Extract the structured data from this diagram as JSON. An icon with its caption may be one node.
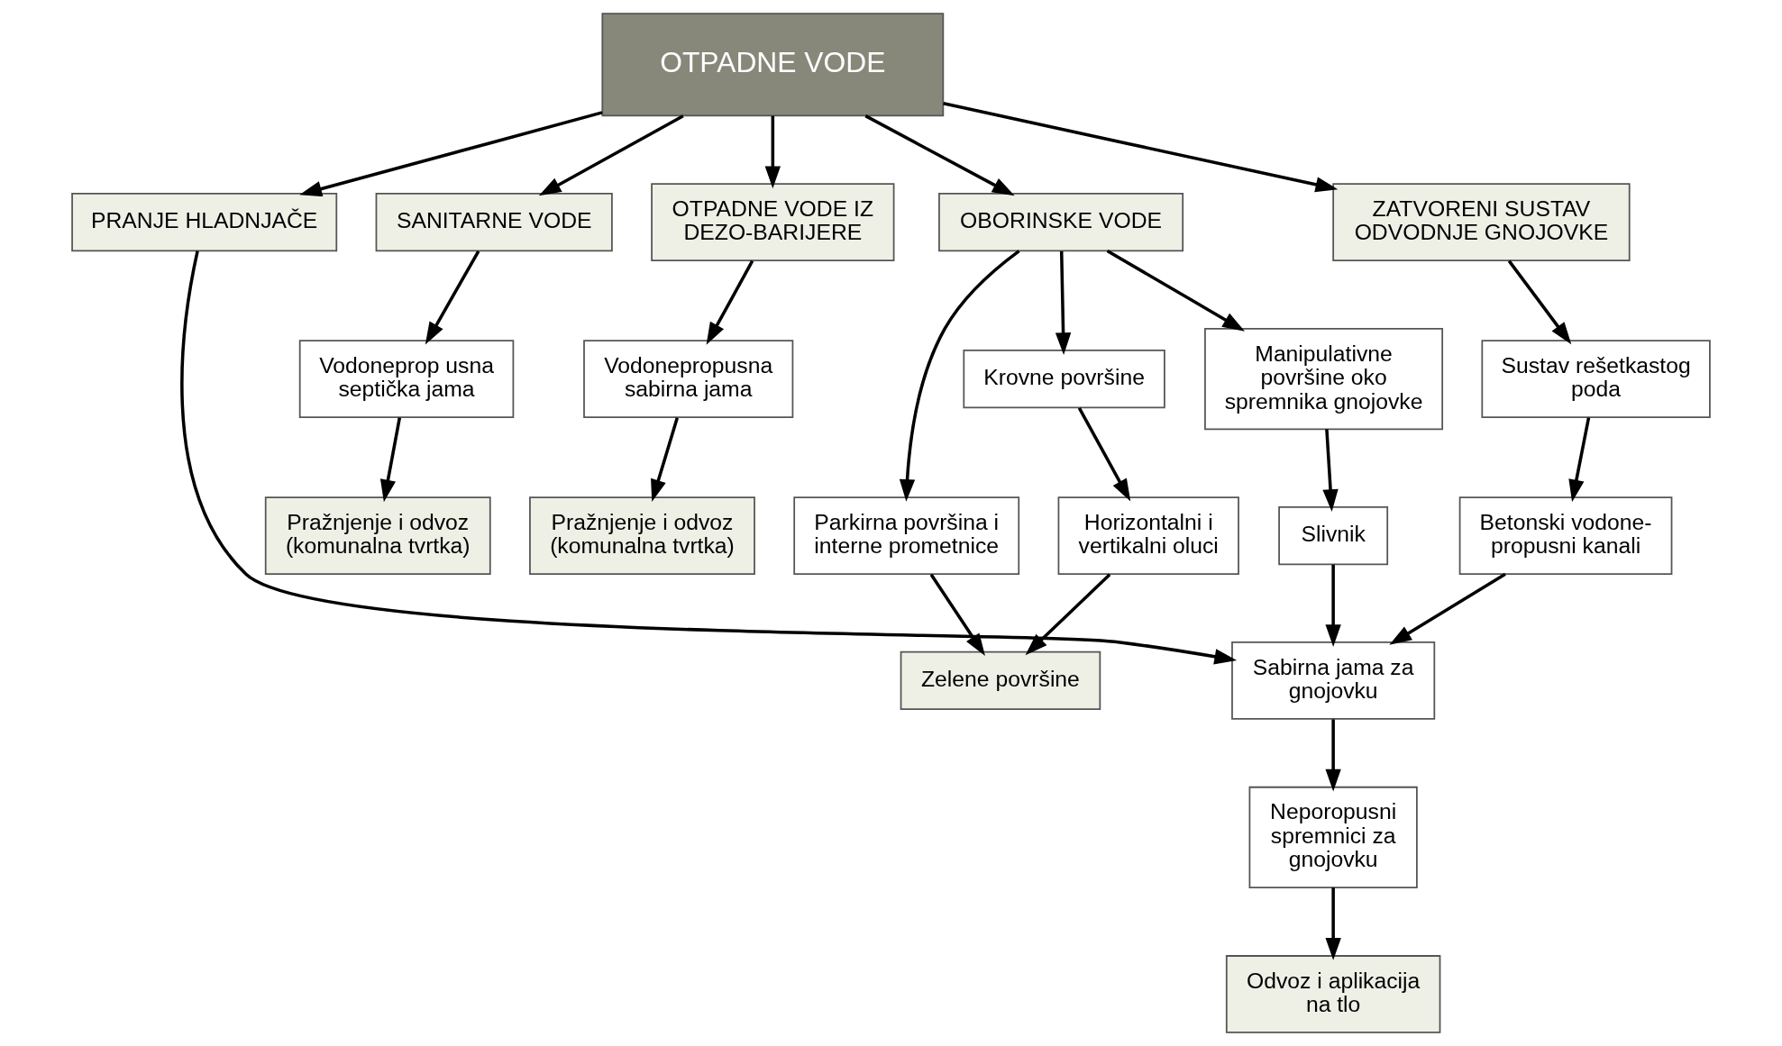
{
  "diagram": {
    "nodes": [
      {
        "text": [
          "OTPADNE VODE"
        ]
      },
      {
        "text": [
          "PRANJE HLADNJAČE"
        ]
      },
      {
        "text": [
          "SANITARNE VODE"
        ]
      },
      {
        "text": [
          "OTPADNE VODE IZ DEZO-BARIJERE"
        ]
      },
      {
        "text": [
          "OBORINSKE VODE"
        ]
      },
      {
        "text": [
          "ZATVORENI SUSTAV ODVODNJE GNOJOVKE"
        ]
      },
      {
        "text": [
          "Vodoneprop usna septička jama"
        ]
      },
      {
        "text": [
          "Pražnjenje i odvoz (komunalna tvrtka)"
        ]
      },
      {
        "text": [
          "Vodonepropusna sabirna jama"
        ]
      },
      {
        "text": [
          "Pražnjenje i odvoz (komunalna tvrtka)"
        ]
      },
      {
        "text": [
          "Parkirna površina i interne prometnice"
        ]
      },
      {
        "text": [
          "Krovne površine"
        ]
      },
      {
        "text": [
          "Manipulativne površine oko spremnika gnojovke"
        ]
      },
      {
        "text": [
          "Horizontalni i vertikalni oluci"
        ]
      },
      {
        "text": [
          "Slivnik"
        ]
      },
      {
        "text": [
          "Zelene površine"
        ]
      },
      {
        "text": [
          "Sustav rešetkastog poda"
        ]
      },
      {
        "text": [
          "Betonski vodone-propusni kanali"
        ]
      },
      {
        "text": [
          "Sabirna jama za gnojovku"
        ]
      },
      {
        "text": [
          "Neporopusni spremnici za gnojovku"
        ]
      },
      {
        "text": [
          "Odvoz i aplikacija na tlo"
        ]
      }
    ],
    "edges": [
      {
        "from": 0,
        "to": 1,
        "arrow": "to"
      },
      {
        "from": 0,
        "to": 2,
        "arrow": "to"
      },
      {
        "from": 0,
        "to": 3,
        "arrow": "to"
      },
      {
        "from": 0,
        "to": 4,
        "arrow": "to"
      },
      {
        "from": 0,
        "to": 5,
        "arrow": "to"
      },
      {
        "from": 2,
        "to": 6,
        "arrow": "to"
      },
      {
        "from": 6,
        "to": 7,
        "arrow": "to"
      },
      {
        "from": 3,
        "to": 8,
        "arrow": "to"
      },
      {
        "from": 8,
        "to": 9,
        "arrow": "to"
      },
      {
        "from": 4,
        "to": 10,
        "arrow": "to"
      },
      {
        "from": 4,
        "to": 11,
        "arrow": "to"
      },
      {
        "from": 4,
        "to": 12,
        "arrow": "to"
      },
      {
        "from": 11,
        "to": 13,
        "arrow": "to"
      },
      {
        "from": 12,
        "to": 14,
        "arrow": "to"
      },
      {
        "from": 10,
        "to": 15,
        "arrow": "to"
      },
      {
        "from": 13,
        "to": 15,
        "arrow": "to"
      },
      {
        "from": 14,
        "to": 18,
        "arrow": "to"
      },
      {
        "from": 1,
        "to": 18,
        "arrow": "to"
      },
      {
        "from": 5,
        "to": 16,
        "arrow": "to"
      },
      {
        "from": 16,
        "to": 17,
        "arrow": "to"
      },
      {
        "from": 17,
        "to": 18,
        "arrow": "to"
      },
      {
        "from": 18,
        "to": 19,
        "arrow": "to"
      },
      {
        "from": 19,
        "to": 20,
        "arrow": "to"
      }
    ]
  }
}
